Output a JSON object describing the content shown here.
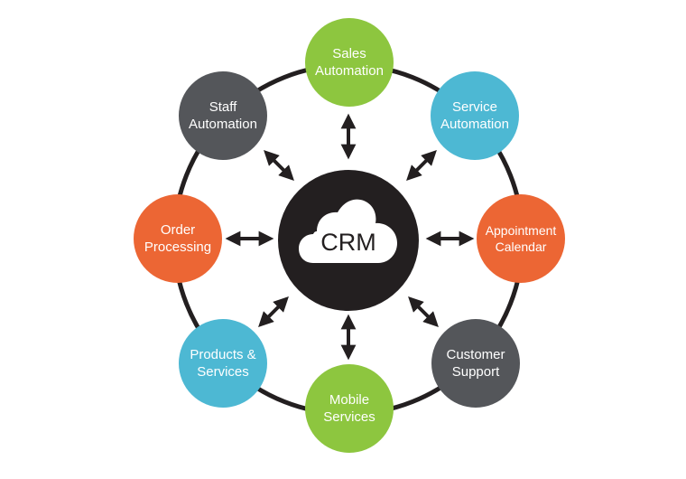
{
  "center": {
    "label": "CRM",
    "icon": "cloud-icon",
    "color": "#231f20"
  },
  "nodes": [
    {
      "id": "sales",
      "label": "Sales\nAutomation",
      "color": "#8dc63f"
    },
    {
      "id": "service",
      "label": "Service\nAutomation",
      "color": "#4db8d3"
    },
    {
      "id": "appointment",
      "label": "Appointment\nCalendar",
      "color": "#ec6634"
    },
    {
      "id": "customer",
      "label": "Customer\nSupport",
      "color": "#54565a"
    },
    {
      "id": "mobile",
      "label": "Mobile\nServices",
      "color": "#8dc63f"
    },
    {
      "id": "products",
      "label": "Products &\nServices",
      "color": "#4db8d3"
    },
    {
      "id": "order",
      "label": "Order\nProcessing",
      "color": "#ec6634"
    },
    {
      "id": "staff",
      "label": "Staff\nAutomation",
      "color": "#54565a"
    }
  ],
  "ring_color": "#231f20",
  "arrow_color": "#231f20"
}
